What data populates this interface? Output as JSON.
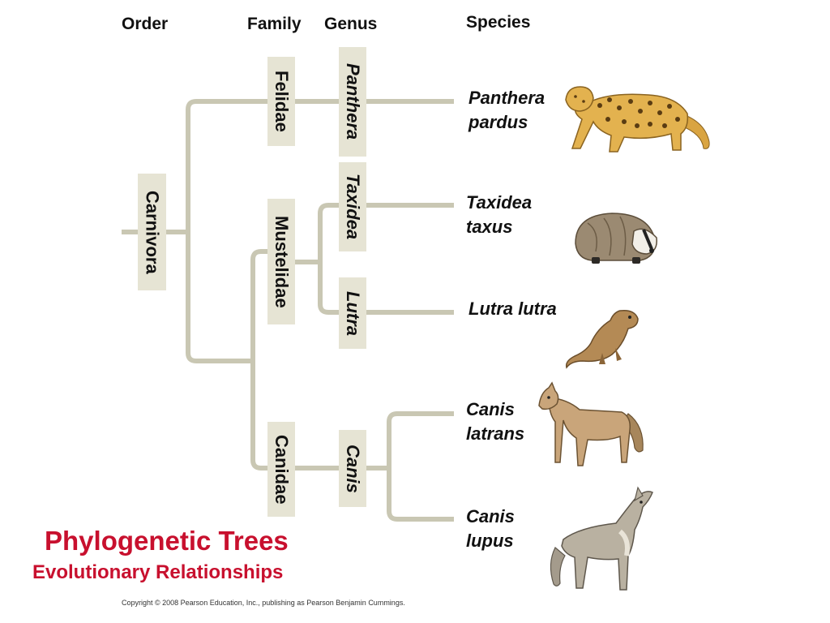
{
  "headers": {
    "order": "Order",
    "family": "Family",
    "genus": "Genus",
    "species": "Species"
  },
  "order_label": "Carnivora",
  "families": {
    "felidae": "Felidae",
    "mustelidae": "Mustelidae",
    "canidae": "Canidae"
  },
  "genera": {
    "panthera": "Panthera",
    "taxidea": "Taxidea",
    "lutra": "Lutra",
    "canis": "Canis"
  },
  "species": {
    "panthera_pardus": [
      "Panthera",
      "pardus"
    ],
    "taxidea_taxus": [
      "Taxidea",
      "taxus"
    ],
    "lutra_lutra": [
      "Lutra lutra"
    ],
    "canis_latrans": [
      "Canis",
      "latrans"
    ],
    "canis_lupus": [
      "Canis",
      "lupus"
    ]
  },
  "title": "Phylogenetic Trees",
  "subtitle": "Evolutionary Relationships",
  "copyright": "Copyright © 2008 Pearson Education, Inc., publishing as Pearson Benjamin Cummings.",
  "colors": {
    "branch": "#c9c7b3",
    "label_bg": "#e6e4d4",
    "title": "#c8102e"
  },
  "icons": [
    "leopard-icon",
    "badger-icon",
    "otter-icon",
    "coyote-icon",
    "wolf-icon"
  ]
}
